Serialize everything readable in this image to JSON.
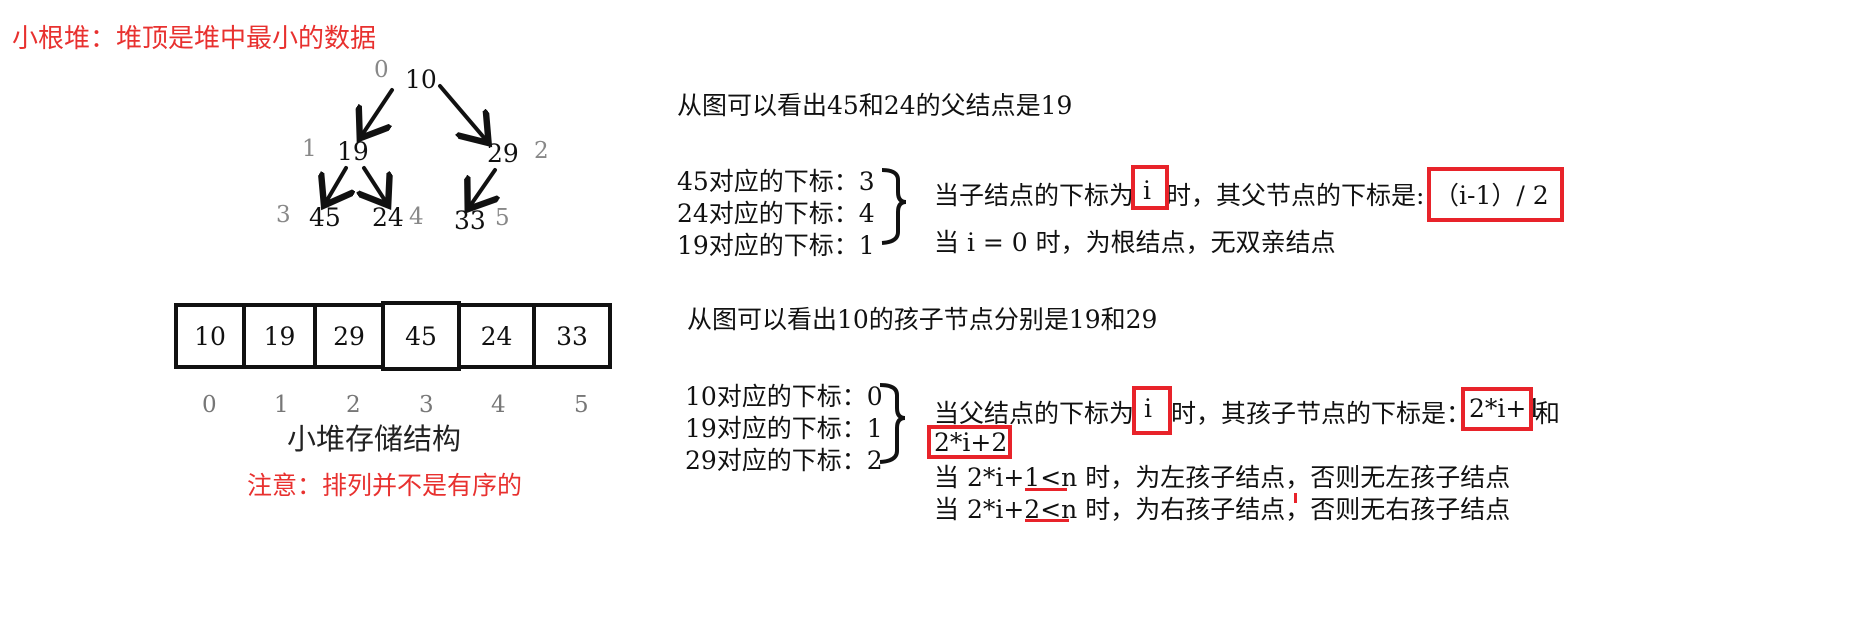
{
  "title": "小根堆：堆顶是堆中最小的数据",
  "tree": {
    "nodes": [
      {
        "value": "10",
        "index": "0"
      },
      {
        "value": "19",
        "index": "1"
      },
      {
        "value": "29",
        "index": "2"
      },
      {
        "value": "45",
        "index": "3"
      },
      {
        "value": "24",
        "index": "4"
      },
      {
        "value": "33",
        "index": "5"
      }
    ]
  },
  "array": {
    "cells": [
      "10",
      "19",
      "29",
      "45",
      "24",
      "33"
    ],
    "indices": [
      "0",
      "1",
      "2",
      "3",
      "4",
      "5"
    ],
    "caption": "小堆存储结构",
    "note": "注意：排列并不是有序的"
  },
  "parent_section": {
    "heading": "从图可以看出45和24的父结点是19",
    "items": [
      "45对应的下标：3",
      "24对应的下标：4",
      "19对应的下标：1"
    ],
    "rule_prefix": "当子结点的下标为",
    "rule_var": "i",
    "rule_mid": "时，其父节点的下标是:",
    "rule_formula": "（i-1）/ 2",
    "root_note": "当 i = 0 时，为根结点，无双亲结点"
  },
  "child_section": {
    "heading": "从图可以看出10的孩子节点分别是19和29",
    "items": [
      "10对应的下标：0",
      "19对应的下标：1",
      "29对应的下标：2"
    ],
    "rule_prefix": "当父结点的下标为",
    "rule_var": "i",
    "rule_mid": "时，其孩子节点的下标是：",
    "left_formula": "2*i+1",
    "and_word": "和",
    "right_formula": "2*i+2",
    "left_a": "当 2*i+1",
    "left_b": "<n",
    "left_c": " 时，为左孩子结点，否则无左孩子结点",
    "right_a": "当 2*i+2",
    "right_b": "<n",
    "right_c": " 时，为右孩子结点，否则无右孩子结点"
  },
  "colors": {
    "accent_red": "#e8232a",
    "title_red": "#e8312f"
  }
}
